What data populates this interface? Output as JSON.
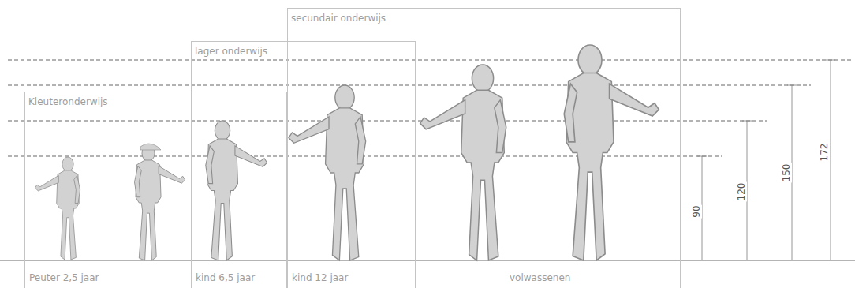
{
  "diagram": {
    "nodes": [
      {
        "text": [
          "Kleuteronderwijs"
        ]
      },
      {
        "text": [
          "lager onderwijs"
        ]
      },
      {
        "text": [
          "secundair onderwijs"
        ]
      }
    ],
    "labels": [
      "Peuter 2,5 jaar",
      "kind 6,5 jaar",
      "kind 12 jaar",
      "volwassenen",
      "90",
      "120",
      "150",
      "172"
    ]
  }
}
